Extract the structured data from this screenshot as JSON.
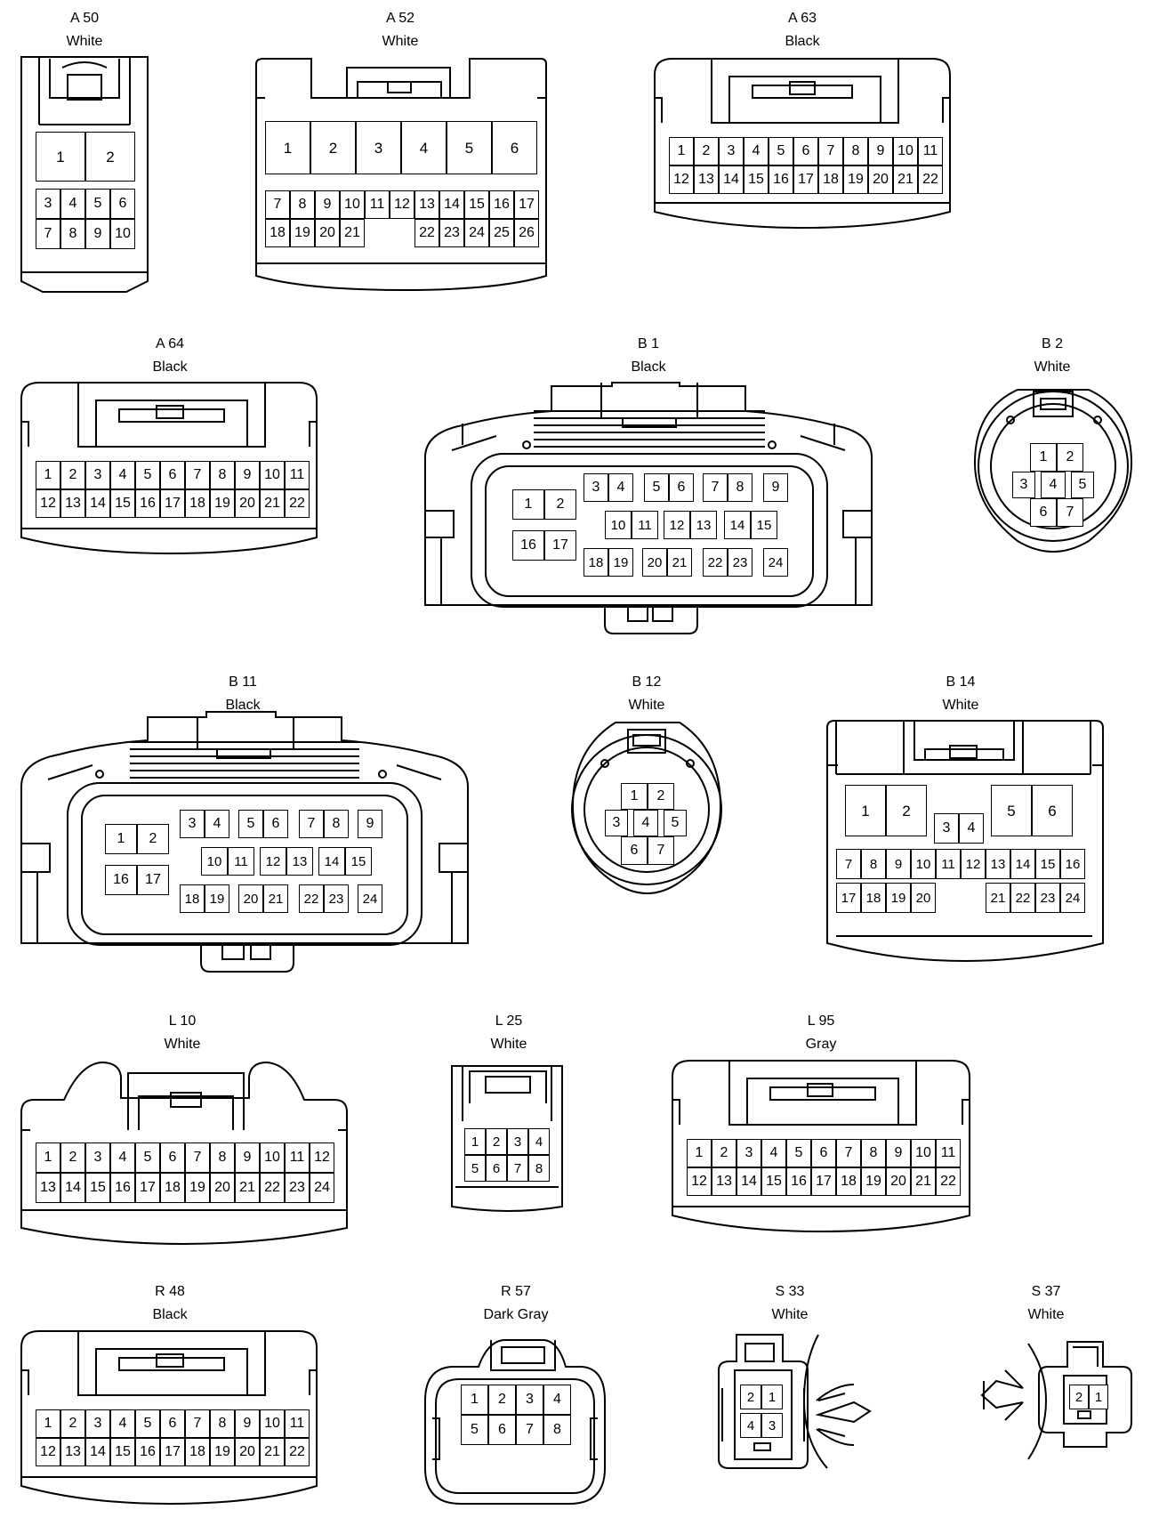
{
  "connectors": {
    "a50": {
      "id": "A 50",
      "color": "White"
    },
    "a52": {
      "id": "A 52",
      "color": "White"
    },
    "a63": {
      "id": "A 63",
      "color": "Black"
    },
    "a64": {
      "id": "A 64",
      "color": "Black"
    },
    "b1": {
      "id": "B 1",
      "color": "Black"
    },
    "b2": {
      "id": "B 2",
      "color": "White"
    },
    "b11": {
      "id": "B 11",
      "color": "Black"
    },
    "b12": {
      "id": "B 12",
      "color": "White"
    },
    "b14": {
      "id": "B 14",
      "color": "White"
    },
    "l10": {
      "id": "L 10",
      "color": "White"
    },
    "l25": {
      "id": "L 25",
      "color": "White"
    },
    "l95": {
      "id": "L 95",
      "color": "Gray"
    },
    "r48": {
      "id": "R 48",
      "color": "Black"
    },
    "r57": {
      "id": "R 57",
      "color": "Dark Gray"
    },
    "s33": {
      "id": "S 33",
      "color": "White"
    },
    "s37": {
      "id": "S 37",
      "color": "White"
    }
  }
}
